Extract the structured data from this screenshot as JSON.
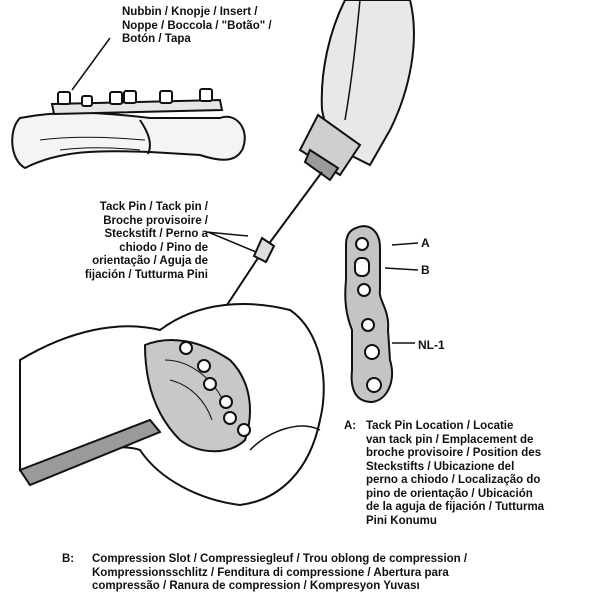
{
  "labels": {
    "nubbin": "Nubbin / Knopje / Insert /\nNoppe / Boccola / \"Botão\" /\nBotón / Tapa",
    "tack_pin": "Tack Pin / Tack pin /\nBroche provisoire /\nSteckstift / Perno a\nchiodo / Pino de\norientação / Aguja de\nfijación / Tutturma Pini",
    "callout_a": "A",
    "callout_b": "B",
    "callout_nl1": "NL-1"
  },
  "legend": {
    "a_key": "A:",
    "a_text": "Tack Pin Location / Locatie\nvan tack pin / Emplacement de\nbroche provisoire / Position des\nSteckstifts / Ubicazione del\nperno a chiodo / Localização do\npino de orientação / Ubicación\nde la aguja de fijación / Tutturma\nPini Konumu",
    "b_key": "B:",
    "b_text": "Compression Slot / Compressiegleuf / Trou oblong de compression /\nKompressionsschlitz / Fenditura di compressione / Abertura para\ncompressão / Ranura de compression / Kompresyon Yuvası"
  },
  "colors": {
    "ink": "#111111",
    "paper": "#ffffff",
    "shade": "#b8b8b8"
  }
}
